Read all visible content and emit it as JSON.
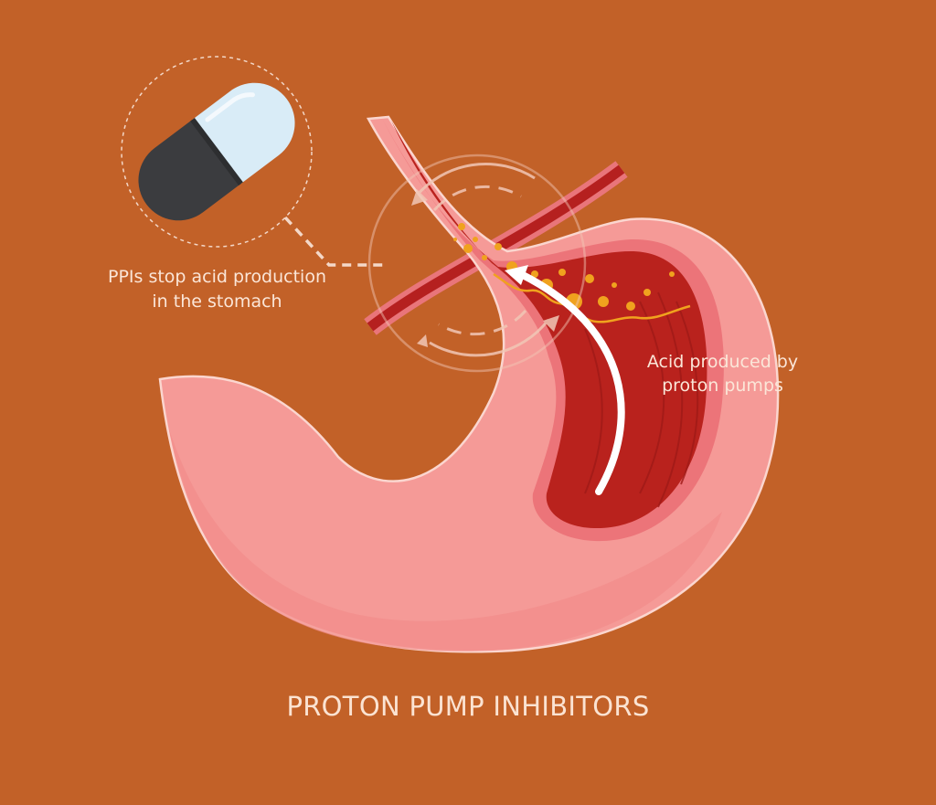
{
  "title": "PROTON PUMP INHIBITORS",
  "labels": {
    "pill_line1": "PPIs stop acid production",
    "pill_line2": "in the stomach",
    "acid_line1": "Acid produced by",
    "acid_line2": "proton pumps"
  },
  "colors": {
    "background": "#c26128",
    "stomach_outer": "#f59a97",
    "stomach_inner": "#b9221d",
    "acid_bubbles": "#f0a21e",
    "capsule_dark": "#3b3c3f",
    "capsule_light": "#d9ecf7"
  },
  "icons": [
    "capsule-icon",
    "stomach-icon",
    "flow-arrow-icon",
    "rotation-arrows-icon"
  ]
}
